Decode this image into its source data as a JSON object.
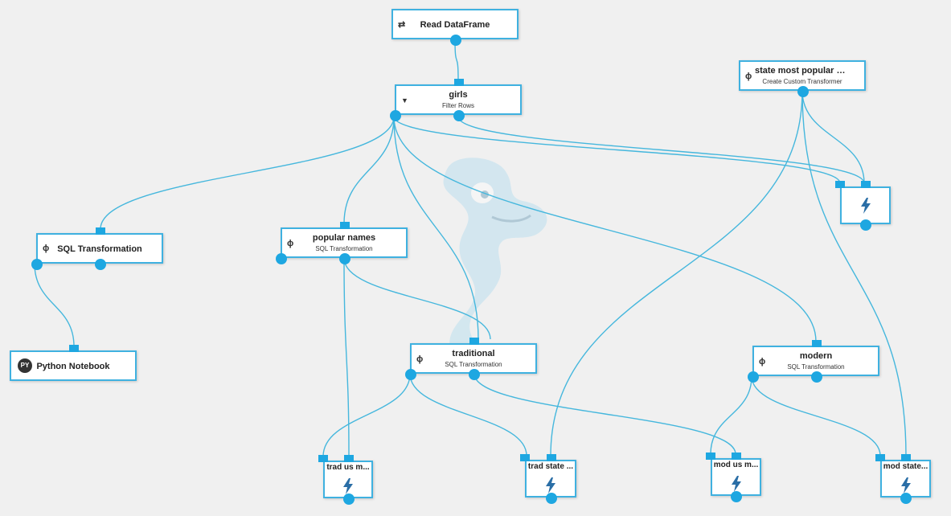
{
  "colors": {
    "accent": "#1ea7e1",
    "border": "#3fb1e0",
    "edge": "#45b7dd"
  },
  "nodes": {
    "read_dataframe": {
      "title": "Read DataFrame",
      "icon": "swap-arrows-icon"
    },
    "girls": {
      "title": "girls",
      "subtitle": "Filter Rows",
      "icon": "filter-icon"
    },
    "state_popular": {
      "title": "state most popular na...",
      "subtitle": "Create Custom Transformer",
      "icon": "lightning-icon"
    },
    "custom_top_right": {
      "title": "",
      "icon": "lightning-icon"
    },
    "sql_transformation": {
      "title": "SQL Transformation",
      "icon": "lightning-icon"
    },
    "popular_names": {
      "title": "popular names",
      "subtitle": "SQL Transformation",
      "icon": "lightning-icon"
    },
    "python_notebook": {
      "title": "Python Notebook",
      "badge": "PY"
    },
    "traditional": {
      "title": "traditional",
      "subtitle": "SQL Transformation",
      "icon": "lightning-icon"
    },
    "modern": {
      "title": "modern",
      "subtitle": "SQL Transformation",
      "icon": "lightning-icon"
    },
    "trad_us": {
      "title": "trad us m...",
      "icon": "lightning-icon"
    },
    "trad_state": {
      "title": "trad state ...",
      "icon": "lightning-icon"
    },
    "mod_us": {
      "title": "mod us m...",
      "icon": "lightning-icon"
    },
    "mod_state": {
      "title": "mod state...",
      "icon": "lightning-icon"
    }
  }
}
